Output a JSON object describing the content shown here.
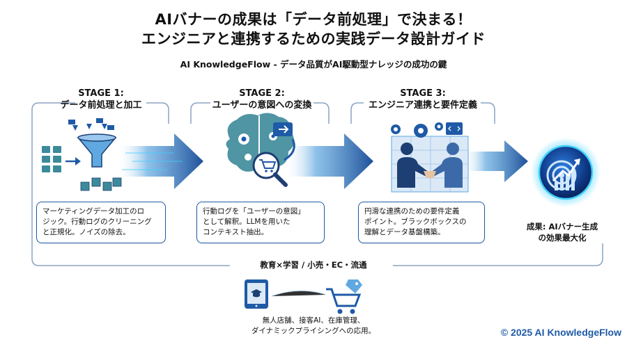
{
  "header": {
    "title_line1": "AIバナーの成果は「データ前処理」で決まる！",
    "title_line2": "エンジニアと連携するための実践データ設計ガイド",
    "subtitle": "AI KnowledgeFlow - データ品質がAI駆動型ナレッジの成功の鍵"
  },
  "stages": [
    {
      "number": "STAGE 1:",
      "name": "データ前処理と加工",
      "description_lines": [
        "マーケティングデータ加工のロ",
        "ジック。行動ログのクリーニング",
        "と正規化。ノイズの除去。"
      ],
      "icon": "funnel-icon"
    },
    {
      "number": "STAGE 2:",
      "name": "ユーザーの意図への変換",
      "description_lines": [
        "行動ログを「ユーザーの意図」",
        "として解釈。LLMを用いた",
        "コンテキスト抽出。"
      ],
      "icon": "brain-cart-icon"
    },
    {
      "number": "STAGE 3:",
      "name": "エンジニア連携と要件定義",
      "description_lines": [
        "円滑な連携のための要件定義",
        "ポイント。ブラックボックスの",
        "理解とデータ基盤構築。"
      ],
      "icon": "handshake-icon"
    }
  ],
  "result": {
    "line1": "成果: AIバナー生成",
    "line2": "の効果最大化",
    "icon": "target-growth-icon"
  },
  "applications": {
    "heading": "教育×学習 / 小売・EC・流通",
    "line1": "無人店舗、接客AI、在庫管理、",
    "line2": "ダイナミックプライシングへの応用。",
    "icons": [
      "tablet-graduation-icon",
      "shopping-cart-tag-icon"
    ]
  },
  "copyright": "© 2025 AI KnowledgeFlow",
  "colors": {
    "primary": "#1e5aa6",
    "dark": "#1d3f73",
    "light": "#5fa8e0",
    "cyan": "#3fd0ff"
  }
}
